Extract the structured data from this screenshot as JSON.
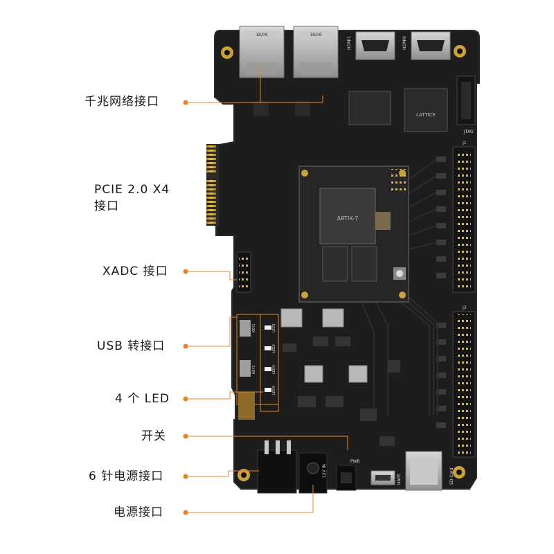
{
  "labels": {
    "ethernet": "千兆网络接口",
    "pcie_line1": "PCIE 2.0 X4",
    "pcie_line2": "接口",
    "xadc": "XADC 接口",
    "usb": "USB 转接口",
    "led": "4 个 LED",
    "switch": "开关",
    "power6pin": "6 针电源接口",
    "power": "电源接口"
  },
  "board_silk": {
    "rj45_a": "18/06",
    "rj45_b": "18/06",
    "hdmi1": "HDMI1",
    "hdmi2": "HDMI0",
    "fpga_brand": "ARTIX-7",
    "cpld_brand": "LATTICE",
    "jtag": "JTAG",
    "j1": "J1",
    "j2": "J2",
    "uart": "UART",
    "sd": "SD Card",
    "pwr": "PWR",
    "vin": "12V IN",
    "key1": "KEY1",
    "key2": "KEY2",
    "led1": "LED1",
    "led2": "LED2",
    "led3": "LED3",
    "led4": "LED4"
  },
  "colors": {
    "leader": "#e8862a",
    "board": "#1b1b1b",
    "gold": "#c9a23c",
    "silver": "#b8b8b8"
  }
}
